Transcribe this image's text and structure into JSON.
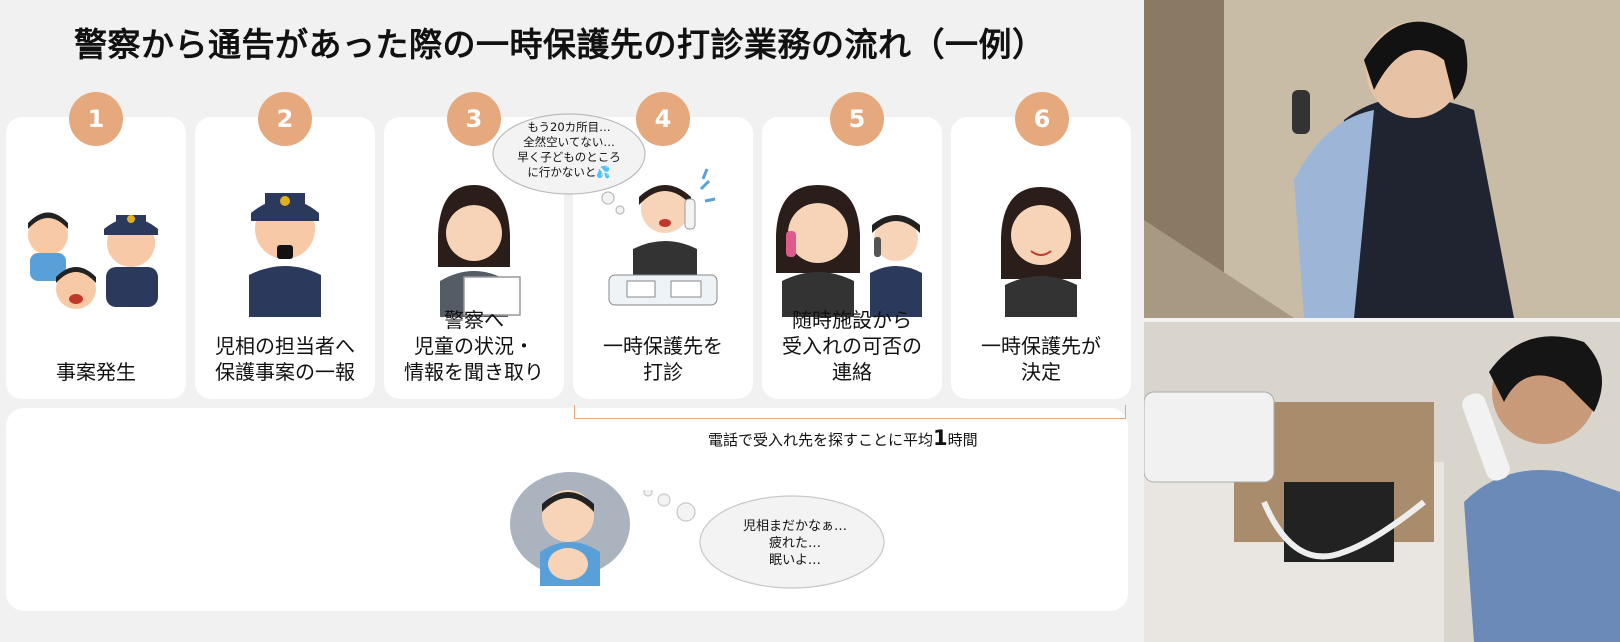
{
  "title": "警察から通告があった際の一時保護先の打診業務の流れ（一例）",
  "steps": [
    {
      "number": "1",
      "label": "事案発生"
    },
    {
      "number": "2",
      "label": "児相の担当者へ\n保護事案の一報"
    },
    {
      "number": "3",
      "label": "警察へ\n児童の状況・\n情報を聞き取り"
    },
    {
      "number": "4",
      "label": "一時保護先を\n打診"
    },
    {
      "number": "5",
      "label": "随時施設から\n受入れの可否の\n連絡"
    },
    {
      "number": "6",
      "label": "一時保護先が\n決定"
    }
  ],
  "thought_staff": "もう20カ所目…\n全然空いてない…\n早く子どものところ\nに行かないと💦",
  "note": {
    "prefix": "電話で受入れ先を探すことに平均",
    "number": "1",
    "suffix": "時間"
  },
  "thought_child": "児相まだかなぁ…\n疲れた…\n眠いよ…",
  "colors": {
    "accent": "#e6a97e",
    "background": "#f1f1f1",
    "card": "#ffffff"
  }
}
